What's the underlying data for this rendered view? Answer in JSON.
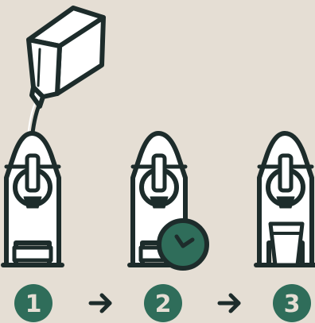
{
  "colors": {
    "background": "#e5ded4",
    "outline": "#1d2c2b",
    "fill": "#ffffff",
    "accent": "#2f6d5a",
    "accent_text": "#e5ded4"
  },
  "steps": [
    {
      "number": "1",
      "icon": "carton-pouring-icon"
    },
    {
      "number": "2",
      "icon": "clock-icon"
    },
    {
      "number": "3",
      "icon": "cup-icon"
    }
  ],
  "arrows": [
    "arrow-right-icon",
    "arrow-right-icon"
  ]
}
